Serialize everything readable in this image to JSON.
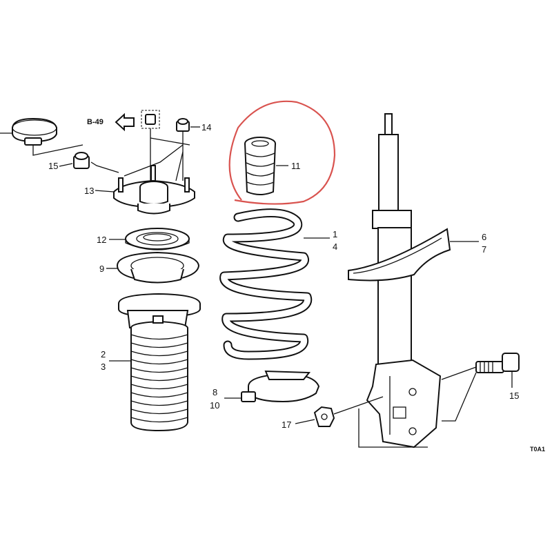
{
  "diagram": {
    "callouts": {
      "p1": "1",
      "p2": "2",
      "p3": "3",
      "p4": "4",
      "p6": "6",
      "p7": "7",
      "p8": "8",
      "p9": "9",
      "p10": "10",
      "p11": "11",
      "p12": "12",
      "p13": "13",
      "p14": "14",
      "p15a": "15",
      "p15b": "15",
      "p17": "17"
    },
    "reference": "B-49",
    "corner_code": "T0A1",
    "highlight_color": "#d9534f",
    "highlighted_part": "11",
    "line_color": "#111111",
    "icons": [
      "dust-cap-icon",
      "nut-icon",
      "upper-mount-icon",
      "bearing-icon",
      "spring-seat-icon",
      "bump-stop-icon",
      "dust-boot-icon",
      "coil-spring-icon",
      "strut-icon",
      "bolt-icon",
      "arrow-left-icon"
    ]
  }
}
